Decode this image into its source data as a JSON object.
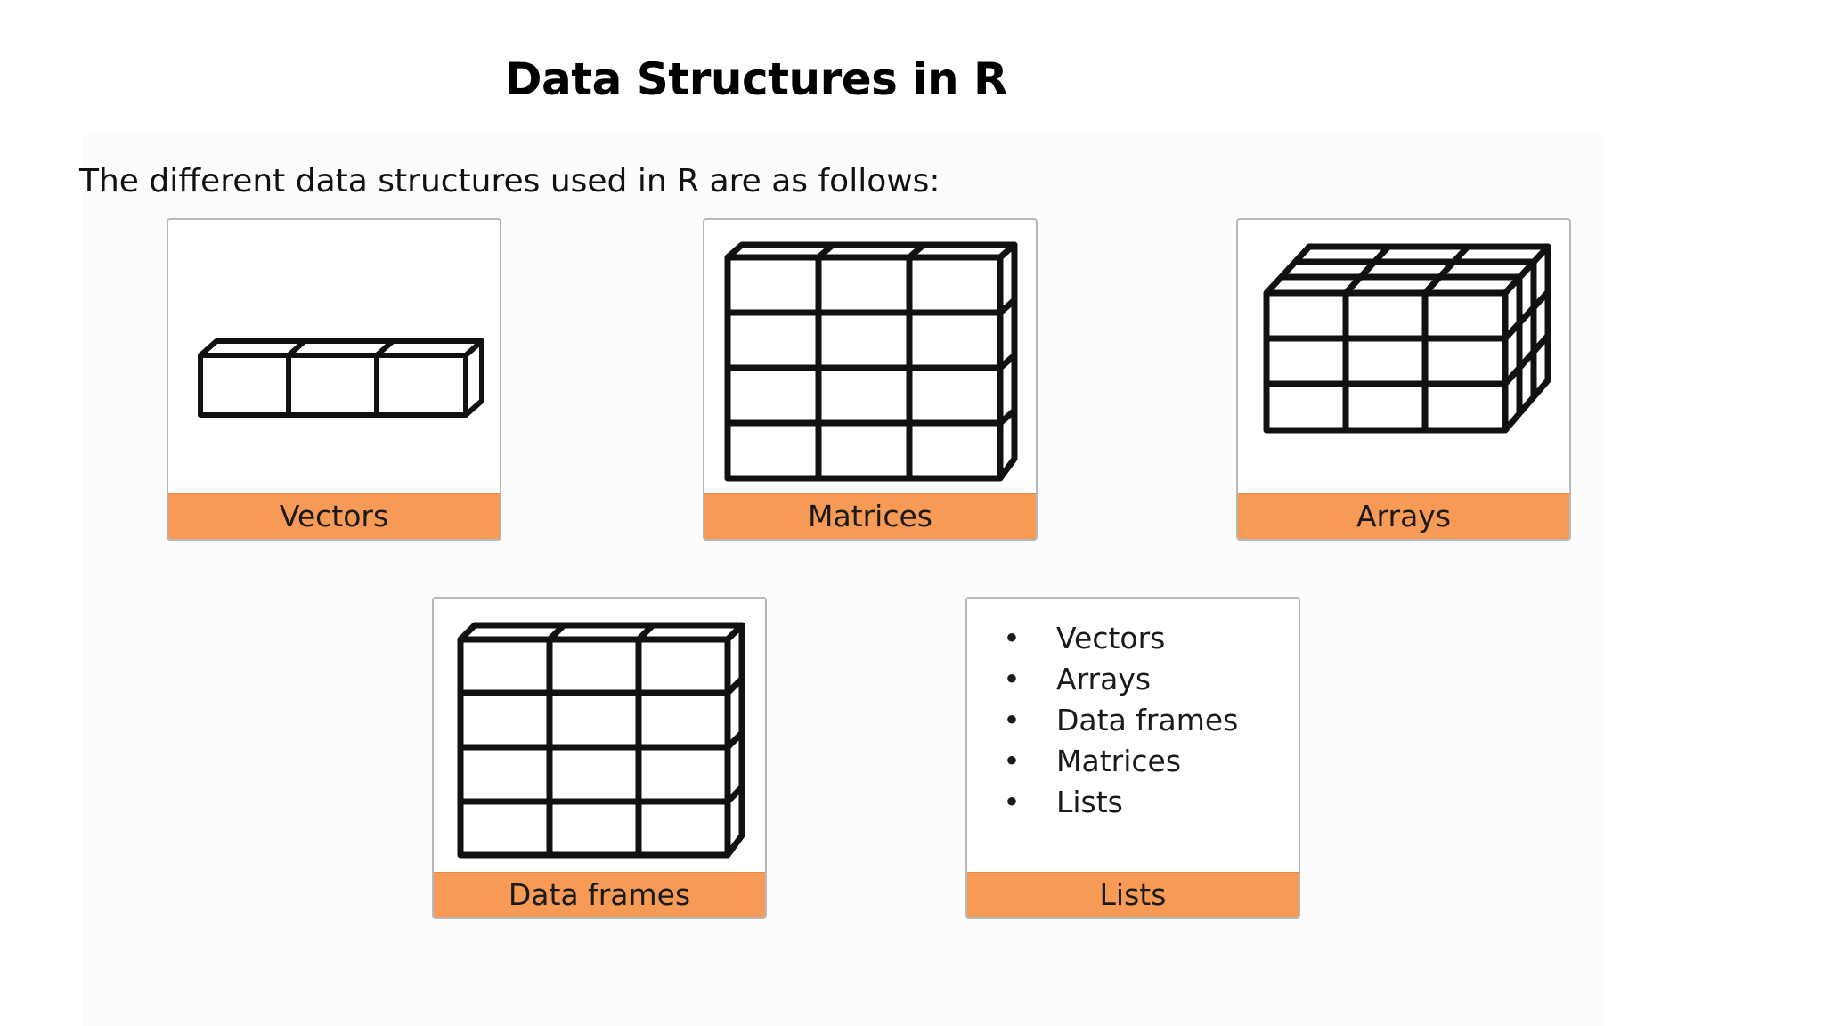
{
  "slide": {
    "title": "Data Structures in R",
    "subtitle": "The different data structures used in R are as follows:"
  },
  "cards": {
    "vectors": {
      "label": "Vectors",
      "icon": "single-row-cube-icon"
    },
    "matrices": {
      "label": "Matrices",
      "icon": "grid-cube-icon"
    },
    "arrays": {
      "label": "Arrays",
      "icon": "3d-cube-grid-icon"
    },
    "data_frames": {
      "label": "Data frames",
      "icon": "grid-cube-icon"
    },
    "lists": {
      "label": "Lists",
      "items": [
        "Vectors",
        "Arrays",
        "Data frames",
        "Matrices",
        "Lists"
      ],
      "bullet": "•"
    }
  },
  "colors": {
    "label_bar": "#f79a55",
    "card_border": "#b8b8b8",
    "grid_stroke": "#111111"
  }
}
